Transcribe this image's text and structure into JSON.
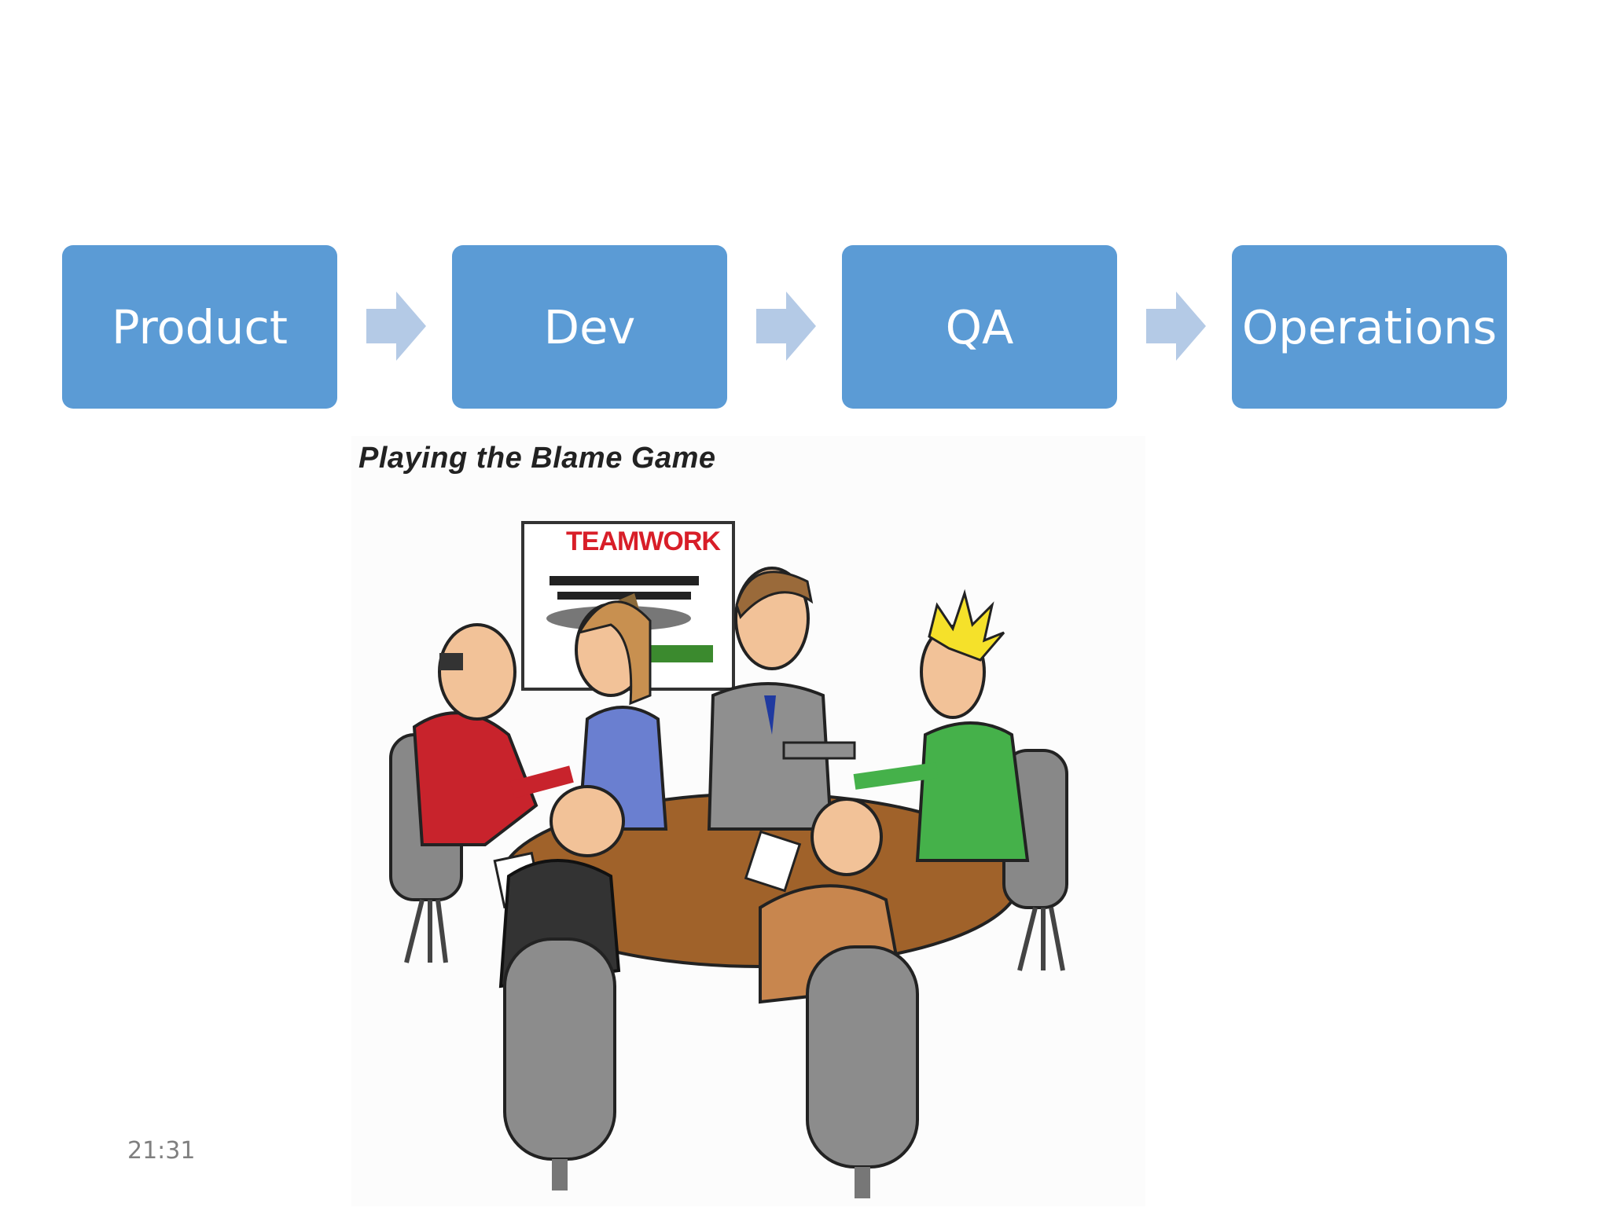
{
  "flow": {
    "steps": [
      {
        "label": "Product"
      },
      {
        "label": "Dev"
      },
      {
        "label": "QA"
      },
      {
        "label": "Operations"
      }
    ],
    "box_color": "#5b9bd5",
    "arrow_color": "#b4cae6"
  },
  "cartoon": {
    "caption": "Playing the Blame Game",
    "poster_title": "TEAMWORK",
    "poster_title_color": "#d81e28"
  },
  "footer": {
    "time": "21:31"
  }
}
